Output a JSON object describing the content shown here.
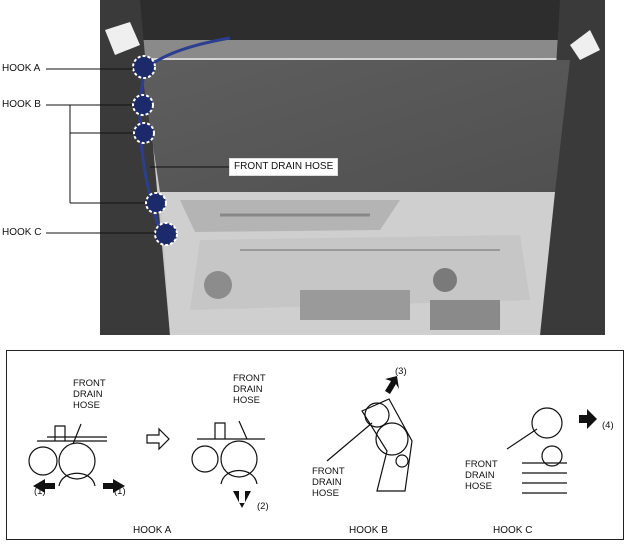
{
  "photo": {
    "hook_a": "HOOK A",
    "hook_b": "HOOK B",
    "hook_c": "HOOK C",
    "hose_label": "FRONT DRAIN HOSE"
  },
  "details": {
    "hook_a": {
      "caption": "HOOK A",
      "hose_label_line1": "FRONT",
      "hose_label_line2": "DRAIN",
      "hose_label_line3": "HOSE",
      "step_left": "(1)",
      "step_right": "(1)",
      "after_label_line1": "FRONT",
      "after_label_line2": "DRAIN",
      "after_label_line3": "HOSE",
      "step_down": "(2)"
    },
    "hook_b": {
      "caption": "HOOK B",
      "step_up": "(3)",
      "hose_label_line1": "FRONT",
      "hose_label_line2": "DRAIN",
      "hose_label_line3": "HOSE"
    },
    "hook_c": {
      "caption": "HOOK C",
      "step_right": "(4)",
      "hose_label_line1": "FRONT",
      "hose_label_line2": "DRAIN",
      "hose_label_line3": "HOSE"
    }
  }
}
